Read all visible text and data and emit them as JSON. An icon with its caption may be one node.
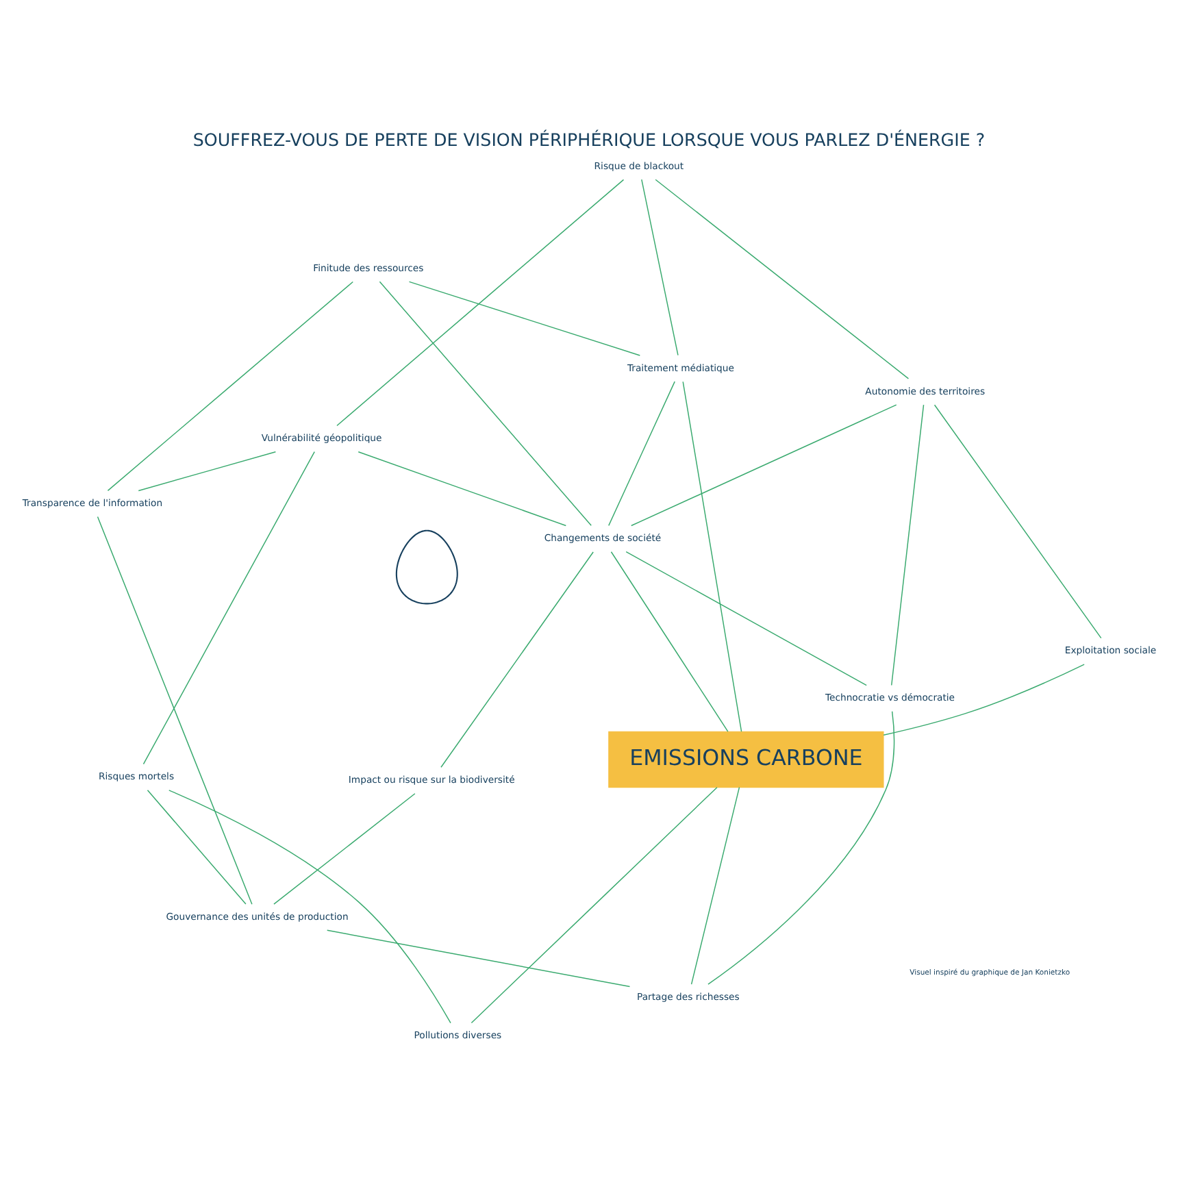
{
  "diagram": {
    "title": "SOUFFREZ-VOUS DE PERTE DE VISION PÉRIPHÉRIQUE LORSQUE VOUS PARLEZ D'ÉNERGIE ?",
    "caption": "Visuel inspiré du graphique de Jan Konietzko",
    "nodes": [
      {
        "text": [
          "Transparence de l'information"
        ]
      },
      {
        "text": [
          "Gouvernance des unités de production"
        ]
      },
      {
        "text": [
          "Partage des richesses"
        ]
      },
      {
        "text": [
          "Risques mortels"
        ]
      },
      {
        "text": [
          "Finitude des ressources"
        ]
      },
      {
        "text": [
          "Vulnérabilité géopolitique"
        ]
      },
      {
        "text": [
          "Pollutions diverses"
        ]
      },
      {
        "text": [
          "Technocratie vs démocratie"
        ]
      },
      {
        "text": [
          "Traitement médiatique"
        ]
      },
      {
        "text": [
          "EMISSIONS CARBONE"
        ]
      },
      {
        "text": [
          "Changements de société"
        ]
      },
      {
        "text": [
          "Risque de blackout"
        ]
      },
      {
        "text": [
          "Impact ou risque sur la biodiversité"
        ]
      },
      {
        "text": [
          "Autonomie des territoires"
        ]
      },
      {
        "text": [
          "Exploitation sociale"
        ]
      },
      {
        "text": [],
        "shape": "person"
      }
    ],
    "edges": [
      {
        "from": 0,
        "to": 1,
        "arrow": "none"
      },
      {
        "from": 0,
        "to": 4,
        "arrow": "none"
      },
      {
        "from": 0,
        "to": 5,
        "arrow": "none"
      },
      {
        "from": 1,
        "to": 3,
        "arrow": "none"
      },
      {
        "from": 1,
        "to": 2,
        "arrow": "none"
      },
      {
        "from": 1,
        "to": 12,
        "arrow": "none"
      },
      {
        "from": 3,
        "to": 5,
        "arrow": "none"
      },
      {
        "from": 3,
        "to": 6,
        "arrow": "none"
      },
      {
        "from": 2,
        "to": 7,
        "arrow": "none"
      },
      {
        "from": 2,
        "to": 9,
        "arrow": "none"
      },
      {
        "from": 6,
        "to": 9,
        "arrow": "none"
      },
      {
        "from": 4,
        "to": 8,
        "arrow": "none"
      },
      {
        "from": 4,
        "to": 10,
        "arrow": "none"
      },
      {
        "from": 5,
        "to": 11,
        "arrow": "none"
      },
      {
        "from": 5,
        "to": 10,
        "arrow": "none"
      },
      {
        "from": 7,
        "to": 10,
        "arrow": "none"
      },
      {
        "from": 7,
        "to": 13,
        "arrow": "none"
      },
      {
        "from": 8,
        "to": 9,
        "arrow": "none"
      },
      {
        "from": 8,
        "to": 11,
        "arrow": "none"
      },
      {
        "from": 8,
        "to": 10,
        "arrow": "none"
      },
      {
        "from": 10,
        "to": 9,
        "arrow": "none"
      },
      {
        "from": 10,
        "to": 12,
        "arrow": "none"
      },
      {
        "from": 10,
        "to": 13,
        "arrow": "none"
      },
      {
        "from": 11,
        "to": 13,
        "arrow": "none"
      },
      {
        "from": 13,
        "to": 14,
        "arrow": "none"
      },
      {
        "from": 14,
        "to": 9,
        "arrow": "none"
      }
    ]
  }
}
